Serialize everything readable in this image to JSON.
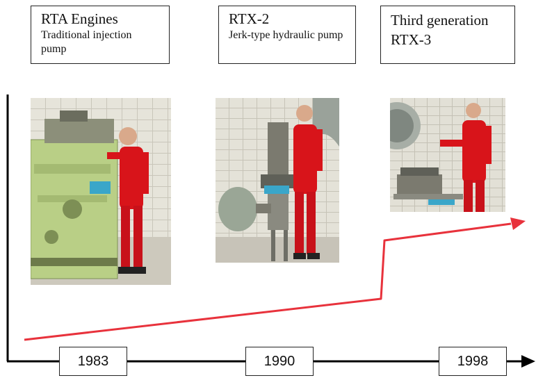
{
  "stages": [
    {
      "title": "RTA Engines",
      "subtitle": "Traditional injection pump",
      "year": "1983"
    },
    {
      "title": "RTX-2",
      "subtitle": "Jerk-type hydraulic pump",
      "year": "1990"
    },
    {
      "title": "Third generation RTX-3",
      "subtitle": "",
      "year": "1998"
    }
  ],
  "colors": {
    "trend_arrow": "#e8323c",
    "axis": "#000000",
    "coverall": "#d8141a",
    "engine_green": "#b9cf86",
    "tile_wall": "#e4e2d8"
  }
}
